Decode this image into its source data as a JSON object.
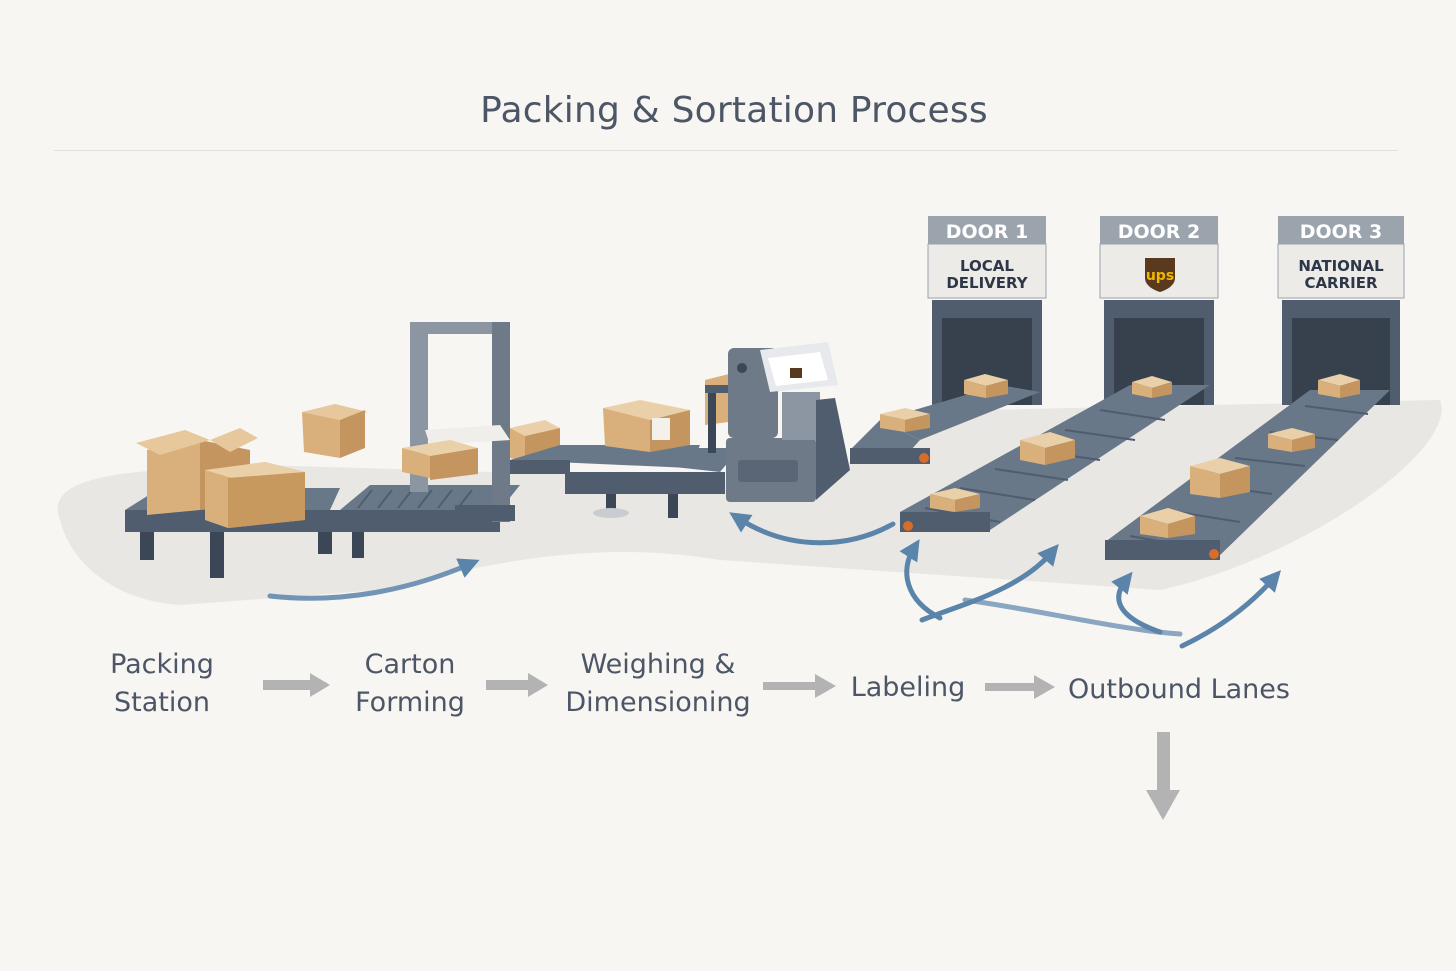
{
  "title": "Packing & Sortation Process",
  "doors": [
    {
      "header": "DOOR 1",
      "line1": "LOCAL",
      "line2": "DELIVERY"
    },
    {
      "header": "DOOR 2",
      "logo": "ups"
    },
    {
      "header": "DOOR 3",
      "line1": "NATIONAL",
      "line2": "CARRIER"
    }
  ],
  "stages": [
    {
      "label": "Packing\nStation"
    },
    {
      "label": "Carton\nForming"
    },
    {
      "label": "Weighing &\nDimensioning"
    },
    {
      "label": "Labeling"
    },
    {
      "label": "Outbound Lanes"
    }
  ],
  "colors": {
    "steel": "#4f5d6e",
    "steel_dark": "#3b4757",
    "cardboard": "#d9b07c",
    "flow_blue": "#5b84aa",
    "step_arrow": "#b3b3b3",
    "door_header": "#9ba3ad",
    "ups_brown": "#5a3a1e",
    "ups_gold": "#f2b705"
  }
}
